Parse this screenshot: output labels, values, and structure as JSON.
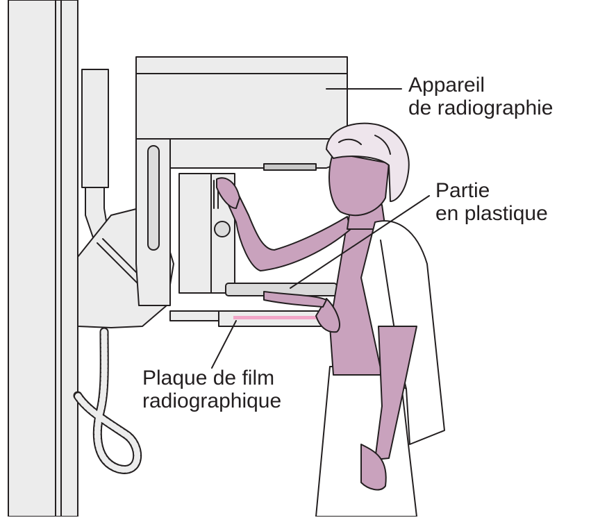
{
  "labels": {
    "appareil": {
      "line1": "Appareil",
      "line2": "de radiographie"
    },
    "partie": {
      "line1": "Partie",
      "line2": "en plastique"
    },
    "plaque": {
      "line1": "Plaque de film",
      "line2": "radiographique"
    }
  },
  "colors": {
    "skin": "#c9a2bd",
    "machine": "#ececec",
    "outline": "#231f20",
    "film": "#f2a6c8",
    "hair": "#eee5ec",
    "gown": "#ffffff"
  }
}
